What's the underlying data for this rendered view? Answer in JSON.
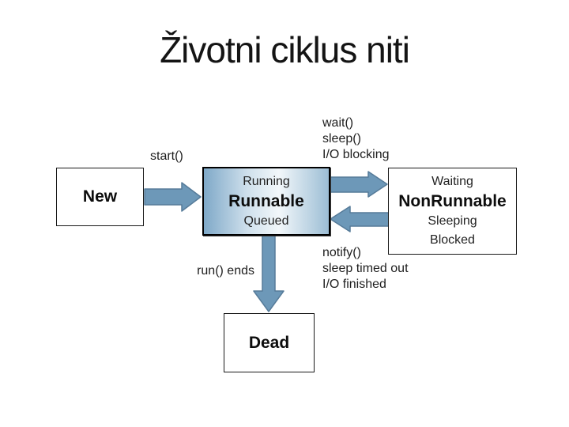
{
  "title": "Životni ciklus niti",
  "colors": {
    "arrow_fill": "#6d98b8",
    "arrow_stroke": "#567b99",
    "box_border": "#000000",
    "runnable_gradient_left": "#7fa9c8",
    "runnable_gradient_mid": "#f2f7fa",
    "runnable_gradient_right": "#9cbdd4",
    "text": "#1e1e1e"
  },
  "nodes": {
    "new": {
      "label": "New"
    },
    "runnable": {
      "line1": "Running",
      "label": "Runnable",
      "line3": "Queued"
    },
    "nonrunnable": {
      "line1": "Waiting",
      "label": "NonRunnable",
      "line3": "Sleeping",
      "line4": "Blocked"
    },
    "dead": {
      "label": "Dead"
    }
  },
  "transitions": {
    "start_label": "start()",
    "to_nonrunnable": {
      "line1": "wait()",
      "line2": "sleep()",
      "line3": "I/O blocking"
    },
    "to_runnable": {
      "line1": "notify()",
      "line2": "sleep timed out",
      "line3": "I/O finished"
    },
    "run_ends_label": "run() ends"
  }
}
